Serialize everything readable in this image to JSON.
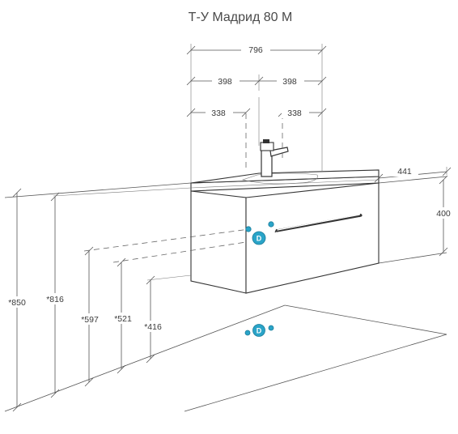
{
  "title": "Т-У Мадрид 80 М",
  "dimensions": {
    "overall_width": "796",
    "half_left": "398",
    "half_right": "398",
    "inner_left": "338",
    "inner_right": "338",
    "depth": "441",
    "cabinet_height": "400",
    "height_top": "*850",
    "height_cabinet_bottom": "*816",
    "height_water_hot": "*597",
    "height_water_cold": "*521",
    "height_drain": "*416"
  },
  "connections": {
    "drain_letter": "D"
  },
  "colors": {
    "connection": "#2aa4c8",
    "line": "#555555"
  }
}
